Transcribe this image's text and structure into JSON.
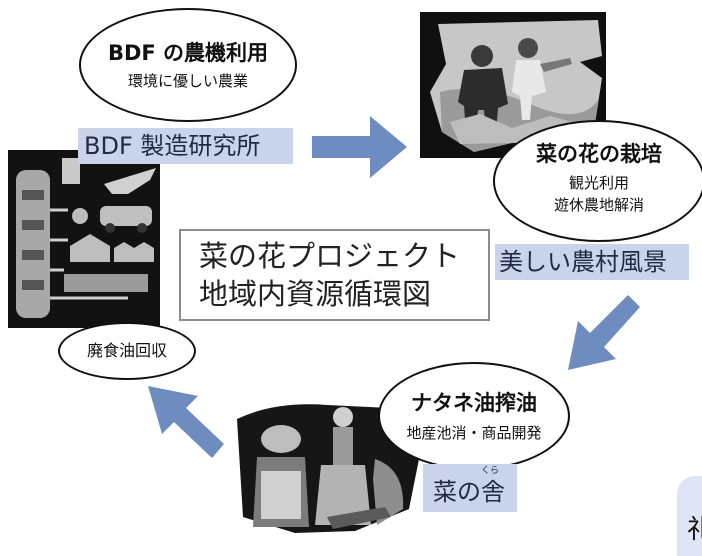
{
  "title_lines": [
    "菜の花プロジェクト",
    "地域内資源循環図"
  ],
  "nodes": {
    "bdf_use": {
      "title": "BDF の農機利用",
      "subtitle": "環境に優しい農業"
    },
    "bdf_lab": {
      "label": "BDF 製造研究所"
    },
    "flower": {
      "title": "菜の花の栽培",
      "lines": [
        "観光利用",
        "遊休農地解消"
      ]
    },
    "scenery": {
      "label": "美しい農村風景"
    },
    "oil": {
      "title": "ナタネ油搾油",
      "subtitle": "地産池消・商品開発"
    },
    "shop": {
      "label": "菜の舎",
      "ruby": "くら"
    },
    "waste": {
      "label": "廃食油回収"
    }
  },
  "corner_fragment": "礼",
  "colors": {
    "arrow": "#6f8cc0",
    "chip": "#c9d3ea",
    "chip_text": "#1f2a44",
    "frame": "#8c8c8c"
  },
  "icons": [
    "farmers-photo",
    "refinery-illustration",
    "bottles-illustration",
    "right-arrow-icon",
    "down-left-arrow-icon",
    "up-left-arrow-icon"
  ]
}
